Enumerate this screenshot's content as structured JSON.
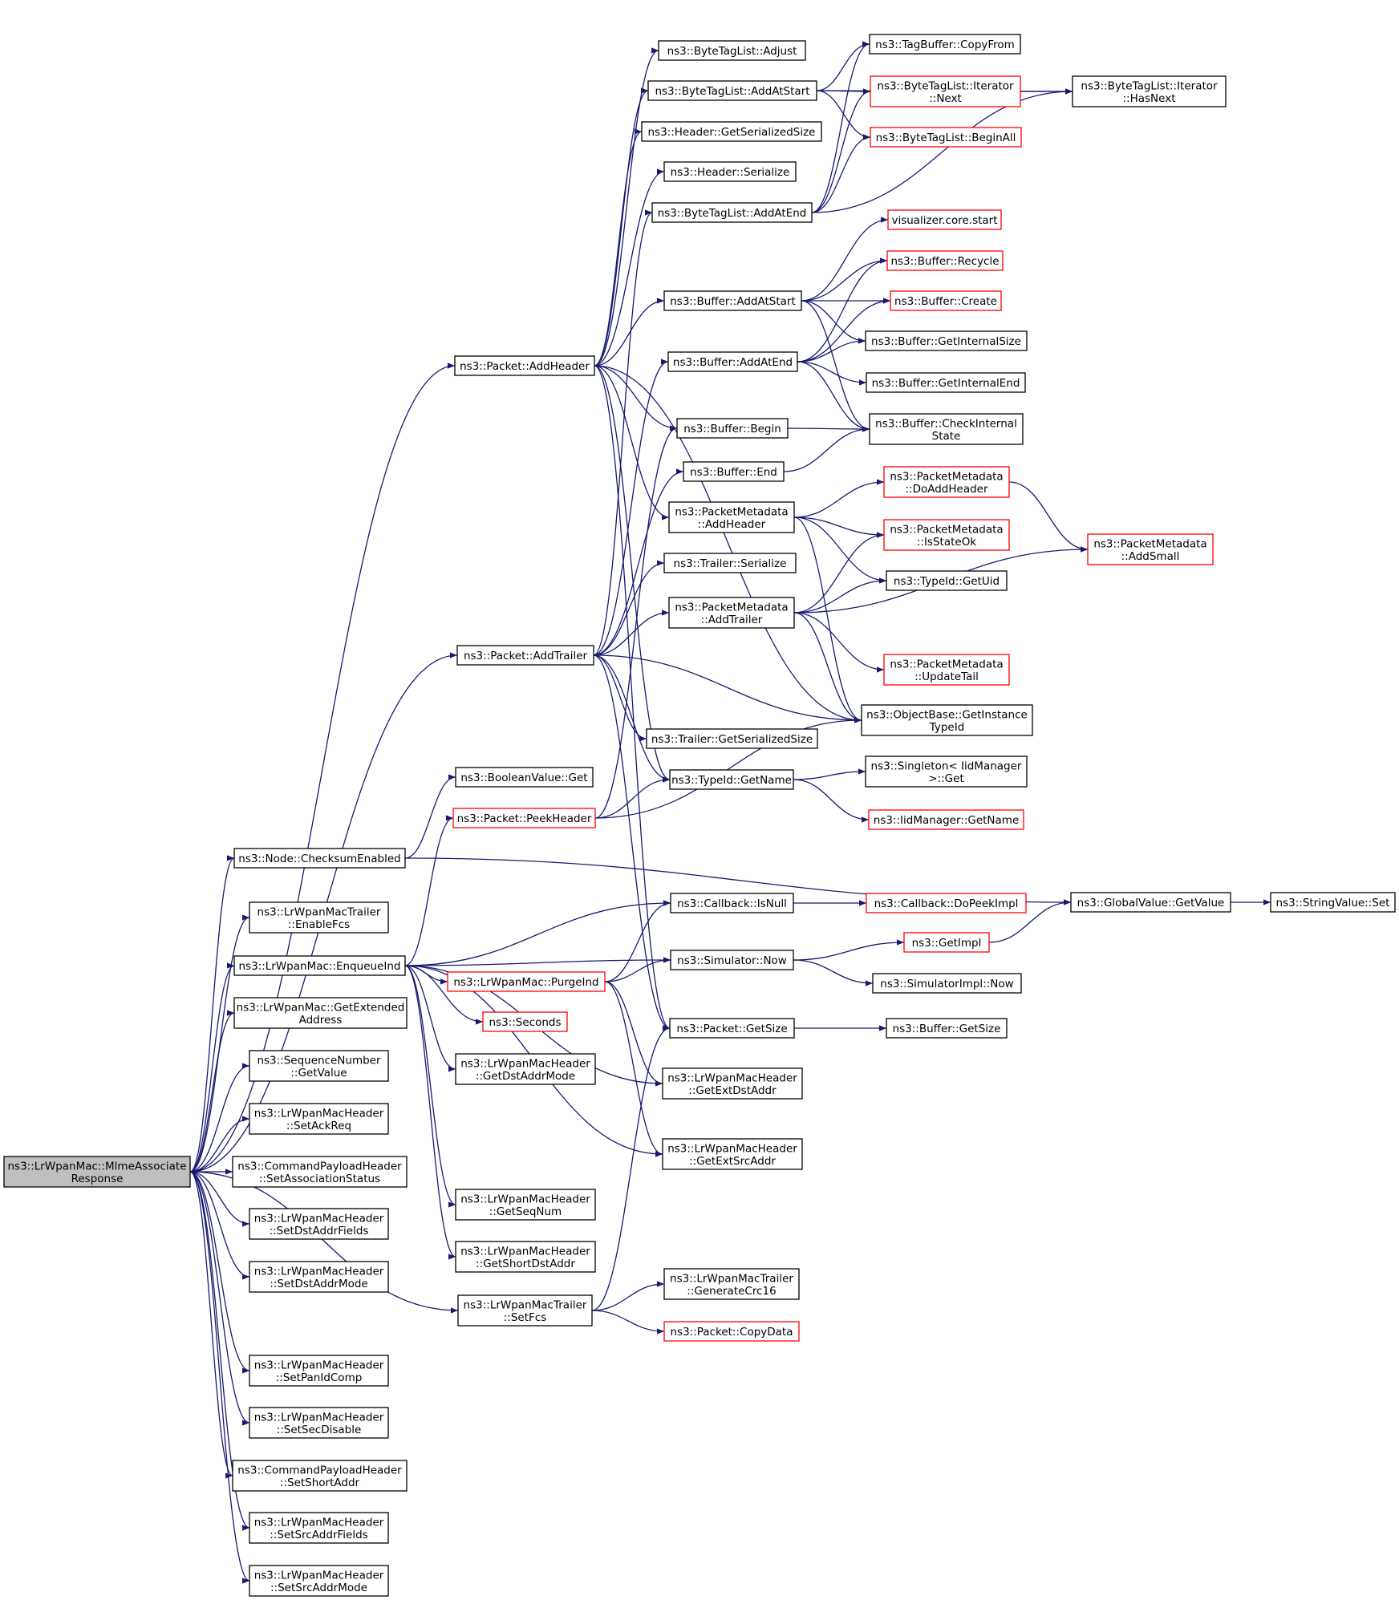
{
  "nodes": [
    {
      "id": "root",
      "lines": [
        "ns3::LrWpanMac::MlmeAssociate",
        "Response"
      ],
      "root": true
    },
    {
      "id": "addHeader",
      "lines": [
        "ns3::Packet::AddHeader"
      ]
    },
    {
      "id": "addTrailer",
      "lines": [
        "ns3::Packet::AddTrailer"
      ]
    },
    {
      "id": "checksum",
      "lines": [
        "ns3::Node::ChecksumEnabled"
      ]
    },
    {
      "id": "enableFcs",
      "lines": [
        "ns3::LrWpanMacTrailer",
        "::EnableFcs"
      ]
    },
    {
      "id": "enqueueInd",
      "lines": [
        "ns3::LrWpanMac::EnqueueInd"
      ]
    },
    {
      "id": "getExtAddr",
      "lines": [
        "ns3::LrWpanMac::GetExtended",
        "Address"
      ]
    },
    {
      "id": "seqGetValue",
      "lines": [
        "ns3::SequenceNumber",
        "::GetValue"
      ]
    },
    {
      "id": "setAckReq",
      "lines": [
        "ns3::LrWpanMacHeader",
        "::SetAckReq"
      ]
    },
    {
      "id": "setAssocStatus",
      "lines": [
        "ns3::CommandPayloadHeader",
        "::SetAssociationStatus"
      ]
    },
    {
      "id": "setDstAddrFields",
      "lines": [
        "ns3::LrWpanMacHeader",
        "::SetDstAddrFields"
      ]
    },
    {
      "id": "setDstAddrMode",
      "lines": [
        "ns3::LrWpanMacHeader",
        "::SetDstAddrMode"
      ]
    },
    {
      "id": "setFcs",
      "lines": [
        "ns3::LrWpanMacTrailer",
        "::SetFcs"
      ]
    },
    {
      "id": "setPanIdComp",
      "lines": [
        "ns3::LrWpanMacHeader",
        "::SetPanIdComp"
      ]
    },
    {
      "id": "setSecDisable",
      "lines": [
        "ns3::LrWpanMacHeader",
        "::SetSecDisable"
      ]
    },
    {
      "id": "setShortAddr",
      "lines": [
        "ns3::CommandPayloadHeader",
        "::SetShortAddr"
      ]
    },
    {
      "id": "setSrcAddrFields",
      "lines": [
        "ns3::LrWpanMacHeader",
        "::SetSrcAddrFields"
      ]
    },
    {
      "id": "setSrcAddrMode",
      "lines": [
        "ns3::LrWpanMacHeader",
        "::SetSrcAddrMode"
      ]
    },
    {
      "id": "boolGet",
      "lines": [
        "ns3::BooleanValue::Get"
      ]
    },
    {
      "id": "peekHeader",
      "lines": [
        "ns3::Packet::PeekHeader"
      ],
      "red": true
    },
    {
      "id": "purgeInd",
      "lines": [
        "ns3::LrWpanMac::PurgeInd"
      ],
      "red": true
    },
    {
      "id": "seconds",
      "lines": [
        "ns3::Seconds"
      ],
      "red": true
    },
    {
      "id": "getDstAddrMode",
      "lines": [
        "ns3::LrWpanMacHeader",
        "::GetDstAddrMode"
      ]
    },
    {
      "id": "getSeqNum",
      "lines": [
        "ns3::LrWpanMacHeader",
        "::GetSeqNum"
      ]
    },
    {
      "id": "getShortDstAddr",
      "lines": [
        "ns3::LrWpanMacHeader",
        "::GetShortDstAddr"
      ]
    },
    {
      "id": "btlAdjust",
      "lines": [
        "ns3::ByteTagList::Adjust"
      ]
    },
    {
      "id": "btlAddAtStart",
      "lines": [
        "ns3::ByteTagList::AddAtStart"
      ]
    },
    {
      "id": "hdrGetSize",
      "lines": [
        "ns3::Header::GetSerializedSize"
      ]
    },
    {
      "id": "hdrSerialize",
      "lines": [
        "ns3::Header::Serialize"
      ]
    },
    {
      "id": "btlAddAtEnd",
      "lines": [
        "ns3::ByteTagList::AddAtEnd"
      ]
    },
    {
      "id": "bufAddAtStart",
      "lines": [
        "ns3::Buffer::AddAtStart"
      ]
    },
    {
      "id": "bufAddAtEnd",
      "lines": [
        "ns3::Buffer::AddAtEnd"
      ]
    },
    {
      "id": "bufBegin",
      "lines": [
        "ns3::Buffer::Begin"
      ]
    },
    {
      "id": "bufEnd",
      "lines": [
        "ns3::Buffer::End"
      ]
    },
    {
      "id": "pmAddHeader",
      "lines": [
        "ns3::PacketMetadata",
        "::AddHeader"
      ]
    },
    {
      "id": "trlSerialize",
      "lines": [
        "ns3::Trailer::Serialize"
      ]
    },
    {
      "id": "pmAddTrailer",
      "lines": [
        "ns3::PacketMetadata",
        "::AddTrailer"
      ]
    },
    {
      "id": "trlGetSize",
      "lines": [
        "ns3::Trailer::GetSerializedSize"
      ]
    },
    {
      "id": "tidGetName",
      "lines": [
        "ns3::TypeId::GetName"
      ]
    },
    {
      "id": "cbIsNull",
      "lines": [
        "ns3::Callback::IsNull"
      ]
    },
    {
      "id": "simNow",
      "lines": [
        "ns3::Simulator::Now"
      ]
    },
    {
      "id": "pktGetSize",
      "lines": [
        "ns3::Packet::GetSize"
      ]
    },
    {
      "id": "getExtDstAddr",
      "lines": [
        "ns3::LrWpanMacHeader",
        "::GetExtDstAddr"
      ]
    },
    {
      "id": "getExtSrcAddr",
      "lines": [
        "ns3::LrWpanMacHeader",
        "::GetExtSrcAddr"
      ]
    },
    {
      "id": "genCrc16",
      "lines": [
        "ns3::LrWpanMacTrailer",
        "::GenerateCrc16"
      ]
    },
    {
      "id": "copyData",
      "lines": [
        "ns3::Packet::CopyData"
      ],
      "red": true
    },
    {
      "id": "tbCopyFrom",
      "lines": [
        "ns3::TagBuffer::CopyFrom"
      ]
    },
    {
      "id": "btlItNext",
      "lines": [
        "ns3::ByteTagList::Iterator",
        "::Next"
      ],
      "red": true
    },
    {
      "id": "btlBeginAll",
      "lines": [
        "ns3::ByteTagList::BeginAll"
      ],
      "red": true
    },
    {
      "id": "vizStart",
      "lines": [
        "visualizer.core.start"
      ],
      "red": true
    },
    {
      "id": "bufRecycle",
      "lines": [
        "ns3::Buffer::Recycle"
      ],
      "red": true
    },
    {
      "id": "bufCreate",
      "lines": [
        "ns3::Buffer::Create"
      ],
      "red": true
    },
    {
      "id": "bufGetInternalSize",
      "lines": [
        "ns3::Buffer::GetInternalSize"
      ]
    },
    {
      "id": "bufGetInternalEnd",
      "lines": [
        "ns3::Buffer::GetInternalEnd"
      ]
    },
    {
      "id": "bufCheckInternal",
      "lines": [
        "ns3::Buffer::CheckInternal",
        "State"
      ]
    },
    {
      "id": "pmDoAddHeader",
      "lines": [
        "ns3::PacketMetadata",
        "::DoAddHeader"
      ],
      "red": true
    },
    {
      "id": "pmIsStateOk",
      "lines": [
        "ns3::PacketMetadata",
        "::IsStateOk"
      ],
      "red": true
    },
    {
      "id": "tidGetUid",
      "lines": [
        "ns3::TypeId::GetUid"
      ]
    },
    {
      "id": "pmUpdateTail",
      "lines": [
        "ns3::PacketMetadata",
        "::UpdateTail"
      ],
      "red": true
    },
    {
      "id": "obGetInstanceTypeId",
      "lines": [
        "ns3::ObjectBase::GetInstance",
        "TypeId"
      ]
    },
    {
      "id": "singletonGet",
      "lines": [
        "ns3::Singleton< IidManager",
        ">::Get"
      ]
    },
    {
      "id": "iidGetName",
      "lines": [
        "ns3::IidManager::GetName"
      ],
      "red": true
    },
    {
      "id": "cbDoPeekImpl",
      "lines": [
        "ns3::Callback::DoPeekImpl"
      ],
      "red": true
    },
    {
      "id": "getImpl",
      "lines": [
        "ns3::GetImpl"
      ],
      "red": true
    },
    {
      "id": "simImplNow",
      "lines": [
        "ns3::SimulatorImpl::Now"
      ]
    },
    {
      "id": "bufGetSize",
      "lines": [
        "ns3::Buffer::GetSize"
      ]
    },
    {
      "id": "btlItHasNext",
      "lines": [
        "ns3::ByteTagList::Iterator",
        "::HasNext"
      ]
    },
    {
      "id": "pmAddSmall",
      "lines": [
        "ns3::PacketMetadata",
        "::AddSmall"
      ],
      "red": true
    },
    {
      "id": "gvGetValue",
      "lines": [
        "ns3::GlobalValue::GetValue"
      ]
    },
    {
      "id": "svSet",
      "lines": [
        "ns3::StringValue::Set"
      ]
    }
  ],
  "edges": [
    [
      "root",
      "addHeader"
    ],
    [
      "root",
      "addTrailer"
    ],
    [
      "root",
      "checksum"
    ],
    [
      "root",
      "enableFcs"
    ],
    [
      "root",
      "enqueueInd"
    ],
    [
      "root",
      "getExtAddr"
    ],
    [
      "root",
      "seqGetValue"
    ],
    [
      "root",
      "setAckReq"
    ],
    [
      "root",
      "setAssocStatus"
    ],
    [
      "root",
      "setDstAddrFields"
    ],
    [
      "root",
      "setDstAddrMode"
    ],
    [
      "root",
      "setFcs"
    ],
    [
      "root",
      "setPanIdComp"
    ],
    [
      "root",
      "setSecDisable"
    ],
    [
      "root",
      "setShortAddr"
    ],
    [
      "root",
      "setSrcAddrFields"
    ],
    [
      "root",
      "setSrcAddrMode"
    ],
    [
      "addHeader",
      "btlAdjust"
    ],
    [
      "addHeader",
      "btlAddAtStart"
    ],
    [
      "addHeader",
      "hdrGetSize"
    ],
    [
      "addHeader",
      "hdrSerialize"
    ],
    [
      "addHeader",
      "bufAddAtStart"
    ],
    [
      "addHeader",
      "bufBegin"
    ],
    [
      "addHeader",
      "pmAddHeader"
    ],
    [
      "addHeader",
      "obGetInstanceTypeId"
    ],
    [
      "addHeader",
      "tidGetName"
    ],
    [
      "addHeader",
      "pktGetSize"
    ],
    [
      "addTrailer",
      "btlAddAtEnd"
    ],
    [
      "addTrailer",
      "bufAddAtEnd"
    ],
    [
      "addTrailer",
      "bufEnd"
    ],
    [
      "addTrailer",
      "trlSerialize"
    ],
    [
      "addTrailer",
      "pmAddTrailer"
    ],
    [
      "addTrailer",
      "trlGetSize"
    ],
    [
      "addTrailer",
      "tidGetName"
    ],
    [
      "addTrailer",
      "obGetInstanceTypeId"
    ],
    [
      "addTrailer",
      "pktGetSize"
    ],
    [
      "checksum",
      "boolGet"
    ],
    [
      "checksum",
      "gvGetValue"
    ],
    [
      "enqueueInd",
      "peekHeader"
    ],
    [
      "enqueueInd",
      "cbIsNull"
    ],
    [
      "enqueueInd",
      "simNow"
    ],
    [
      "enqueueInd",
      "purgeInd"
    ],
    [
      "enqueueInd",
      "seconds"
    ],
    [
      "enqueueInd",
      "getDstAddrMode"
    ],
    [
      "enqueueInd",
      "getExtDstAddr"
    ],
    [
      "enqueueInd",
      "getExtSrcAddr"
    ],
    [
      "enqueueInd",
      "getSeqNum"
    ],
    [
      "enqueueInd",
      "getShortDstAddr"
    ],
    [
      "setFcs",
      "genCrc16"
    ],
    [
      "setFcs",
      "copyData"
    ],
    [
      "setFcs",
      "pktGetSize"
    ],
    [
      "peekHeader",
      "tidGetName"
    ],
    [
      "peekHeader",
      "obGetInstanceTypeId"
    ],
    [
      "peekHeader",
      "bufBegin"
    ],
    [
      "purgeInd",
      "cbIsNull"
    ],
    [
      "purgeInd",
      "simNow"
    ],
    [
      "purgeInd",
      "getExtDstAddr"
    ],
    [
      "purgeInd",
      "getExtSrcAddr"
    ],
    [
      "btlAddAtStart",
      "tbCopyFrom"
    ],
    [
      "btlAddAtStart",
      "btlItNext"
    ],
    [
      "btlAddAtStart",
      "btlBeginAll"
    ],
    [
      "btlAddAtStart",
      "btlItHasNext"
    ],
    [
      "btlAddAtEnd",
      "tbCopyFrom"
    ],
    [
      "btlAddAtEnd",
      "btlItNext"
    ],
    [
      "btlAddAtEnd",
      "btlBeginAll"
    ],
    [
      "btlAddAtEnd",
      "btlItHasNext"
    ],
    [
      "btlItNext",
      "btlItHasNext"
    ],
    [
      "bufAddAtStart",
      "vizStart"
    ],
    [
      "bufAddAtStart",
      "bufRecycle"
    ],
    [
      "bufAddAtStart",
      "bufCreate"
    ],
    [
      "bufAddAtStart",
      "bufGetInternalSize"
    ],
    [
      "bufAddAtStart",
      "bufCheckInternal"
    ],
    [
      "bufAddAtEnd",
      "bufRecycle"
    ],
    [
      "bufAddAtEnd",
      "bufCreate"
    ],
    [
      "bufAddAtEnd",
      "bufGetInternalSize"
    ],
    [
      "bufAddAtEnd",
      "bufGetInternalEnd"
    ],
    [
      "bufAddAtEnd",
      "bufCheckInternal"
    ],
    [
      "bufBegin",
      "bufCheckInternal"
    ],
    [
      "bufEnd",
      "bufCheckInternal"
    ],
    [
      "pmAddHeader",
      "pmDoAddHeader"
    ],
    [
      "pmAddHeader",
      "pmIsStateOk"
    ],
    [
      "pmAddHeader",
      "tidGetUid"
    ],
    [
      "pmAddHeader",
      "obGetInstanceTypeId"
    ],
    [
      "pmDoAddHeader",
      "pmAddSmall"
    ],
    [
      "pmAddTrailer",
      "pmIsStateOk"
    ],
    [
      "pmAddTrailer",
      "tidGetUid"
    ],
    [
      "pmAddTrailer",
      "pmAddSmall"
    ],
    [
      "pmAddTrailer",
      "pmUpdateTail"
    ],
    [
      "pmAddTrailer",
      "obGetInstanceTypeId"
    ],
    [
      "tidGetName",
      "singletonGet"
    ],
    [
      "tidGetName",
      "iidGetName"
    ],
    [
      "cbIsNull",
      "cbDoPeekImpl"
    ],
    [
      "simNow",
      "getImpl"
    ],
    [
      "simNow",
      "simImplNow"
    ],
    [
      "getImpl",
      "gvGetValue"
    ],
    [
      "gvGetValue",
      "svSet"
    ],
    [
      "pktGetSize",
      "bufGetSize"
    ]
  ]
}
